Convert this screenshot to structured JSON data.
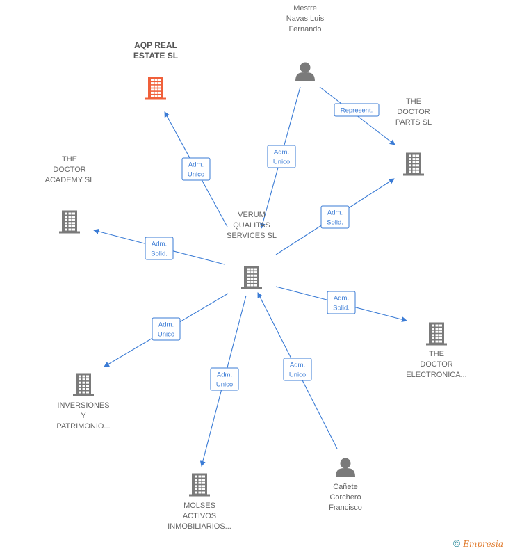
{
  "colors": {
    "edge": "#3a7bd5",
    "building": "#7a7a7a",
    "building_highlight": "#f0603a",
    "person": "#7a7a7a",
    "label": "#666666"
  },
  "nodes": [
    {
      "id": "verum",
      "type": "company",
      "lines": [
        "VERUM",
        "QUALITAS",
        "SERVICES  SL"
      ],
      "highlight": false
    },
    {
      "id": "aqp",
      "type": "company",
      "lines": [
        "AQP REAL",
        "ESTATE  SL"
      ],
      "highlight": true
    },
    {
      "id": "mestre",
      "type": "person",
      "lines": [
        "Mestre",
        "Navas Luis",
        "Fernando"
      ],
      "highlight": false
    },
    {
      "id": "doctor_parts",
      "type": "company",
      "lines": [
        "THE",
        "DOCTOR",
        "PARTS  SL"
      ],
      "highlight": false
    },
    {
      "id": "doctor_academy",
      "type": "company",
      "lines": [
        "THE",
        "DOCTOR",
        "ACADEMY  SL"
      ],
      "highlight": false
    },
    {
      "id": "doctor_electronica",
      "type": "company",
      "lines": [
        "THE",
        "DOCTOR",
        "ELECTRONICA..."
      ],
      "highlight": false
    },
    {
      "id": "inversiones",
      "type": "company",
      "lines": [
        "INVERSIONES",
        "Y",
        "PATRIMONIO..."
      ],
      "highlight": false
    },
    {
      "id": "molses",
      "type": "company",
      "lines": [
        "MOLSES",
        "ACTIVOS",
        "INMOBILIARIOS..."
      ],
      "highlight": false
    },
    {
      "id": "canete",
      "type": "person",
      "lines": [
        "Cañete",
        "Corchero",
        "Francisco"
      ],
      "highlight": false
    }
  ],
  "edges": [
    {
      "id": "e1",
      "from": "verum",
      "to": "aqp",
      "label": [
        "Adm.",
        "Unico"
      ]
    },
    {
      "id": "e2",
      "from": "mestre",
      "to": "verum",
      "label": [
        "Adm.",
        "Unico"
      ]
    },
    {
      "id": "e3",
      "from": "mestre",
      "to": "doctor_parts",
      "label": [
        "Represent."
      ]
    },
    {
      "id": "e4",
      "from": "verum",
      "to": "doctor_parts",
      "label": [
        "Adm.",
        "Solid."
      ]
    },
    {
      "id": "e5",
      "from": "verum",
      "to": "doctor_academy",
      "label": [
        "Adm.",
        "Solid."
      ]
    },
    {
      "id": "e6",
      "from": "verum",
      "to": "doctor_electronica",
      "label": [
        "Adm.",
        "Solid."
      ]
    },
    {
      "id": "e7",
      "from": "verum",
      "to": "inversiones",
      "label": [
        "Adm.",
        "Unico"
      ]
    },
    {
      "id": "e8",
      "from": "verum",
      "to": "molses",
      "label": [
        "Adm.",
        "Unico"
      ]
    },
    {
      "id": "e9",
      "from": "canete",
      "to": "verum",
      "label": [
        "Adm.",
        "Unico"
      ]
    }
  ],
  "footer": {
    "copyright_symbol": "©",
    "brand": "Empresia"
  }
}
